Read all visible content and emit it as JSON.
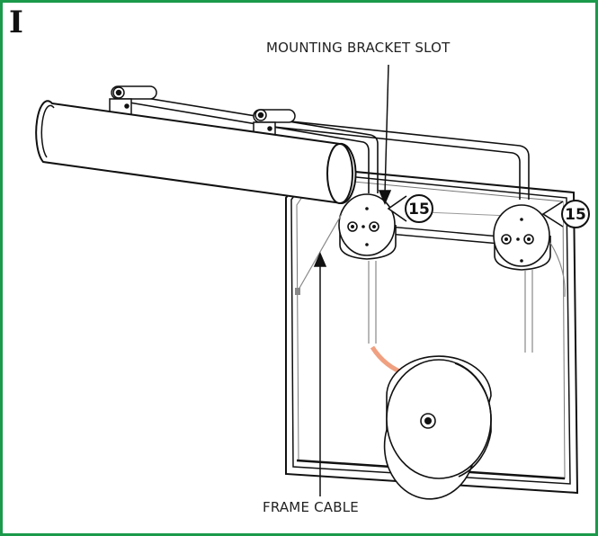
{
  "step_letter": "I",
  "labels": {
    "mounting_bracket_slot": "MOUNTING BRACKET SLOT",
    "frame_cable": "FRAME CABLE"
  },
  "callouts": {
    "left_screw_ref": "15",
    "right_screw_ref": "15"
  },
  "colors": {
    "border": "#1a9a4a",
    "cord": "#f0a080",
    "line": "#111111"
  }
}
